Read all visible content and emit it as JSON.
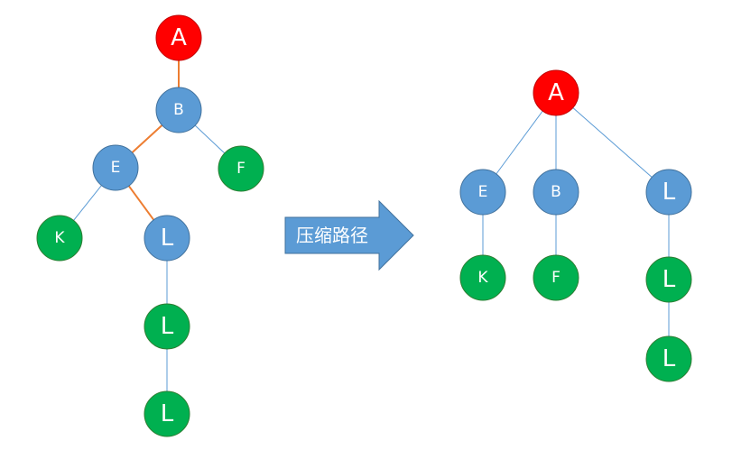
{
  "colors": {
    "root": "#ff0000",
    "internal": "#5b9bd5",
    "leaf": "#00b050",
    "path_edge": "#ed7d31",
    "edge": "#5b9bd5",
    "arrow": "#5b9bd5"
  },
  "arrow_label": "压缩路径",
  "before_tree": {
    "nodes": [
      {
        "id": "A",
        "label": "A",
        "kind": "root"
      },
      {
        "id": "B",
        "label": "B",
        "kind": "internal"
      },
      {
        "id": "E",
        "label": "E",
        "kind": "internal"
      },
      {
        "id": "F",
        "label": "F",
        "kind": "leaf"
      },
      {
        "id": "K",
        "label": "K",
        "kind": "leaf"
      },
      {
        "id": "L1",
        "label": "L",
        "kind": "internal"
      },
      {
        "id": "L2",
        "label": "L",
        "kind": "leaf"
      },
      {
        "id": "L3",
        "label": "L",
        "kind": "leaf"
      }
    ],
    "edges": [
      {
        "from": "A",
        "to": "B",
        "highlight": true
      },
      {
        "from": "B",
        "to": "E",
        "highlight": true
      },
      {
        "from": "B",
        "to": "F",
        "highlight": false
      },
      {
        "from": "E",
        "to": "K",
        "highlight": false
      },
      {
        "from": "E",
        "to": "L1",
        "highlight": true
      },
      {
        "from": "L1",
        "to": "L2",
        "highlight": false
      },
      {
        "from": "L2",
        "to": "L3",
        "highlight": false
      }
    ]
  },
  "after_tree": {
    "nodes": [
      {
        "id": "A",
        "label": "A",
        "kind": "root"
      },
      {
        "id": "E",
        "label": "E",
        "kind": "internal"
      },
      {
        "id": "B",
        "label": "B",
        "kind": "internal"
      },
      {
        "id": "L1",
        "label": "L",
        "kind": "internal"
      },
      {
        "id": "K",
        "label": "K",
        "kind": "leaf"
      },
      {
        "id": "F",
        "label": "F",
        "kind": "leaf"
      },
      {
        "id": "L2",
        "label": "L",
        "kind": "leaf"
      },
      {
        "id": "L3",
        "label": "L",
        "kind": "leaf"
      }
    ],
    "edges": [
      {
        "from": "A",
        "to": "E",
        "highlight": false
      },
      {
        "from": "A",
        "to": "B",
        "highlight": false
      },
      {
        "from": "A",
        "to": "L1",
        "highlight": false
      },
      {
        "from": "E",
        "to": "K",
        "highlight": false
      },
      {
        "from": "B",
        "to": "F",
        "highlight": false
      },
      {
        "from": "L1",
        "to": "L2",
        "highlight": false
      },
      {
        "from": "L2",
        "to": "L3",
        "highlight": false
      }
    ]
  }
}
